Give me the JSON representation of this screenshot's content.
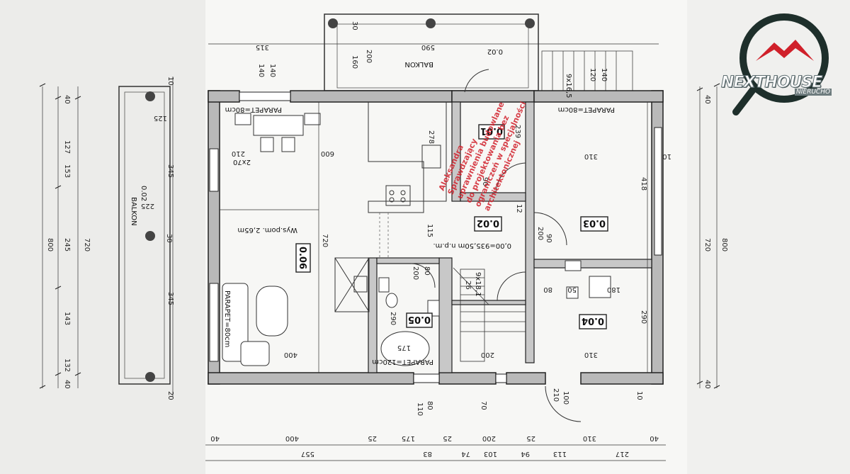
{
  "rooms": [
    {
      "id": "0.01"
    },
    {
      "id": "0.02"
    },
    {
      "id": "0.03"
    },
    {
      "id": "0.04"
    },
    {
      "id": "0.05"
    },
    {
      "id": "0.06"
    }
  ],
  "labels": {
    "balkon_top": "BALKON",
    "balkon_top_level": "0.02",
    "balkon_left": "BALKON",
    "balkon_left_level": "0.02",
    "parapet_80_a": "PARAPET=80cm",
    "parapet_80_b": "PARAPET=80cm",
    "parapet_80_c": "PARAPET=80cm",
    "parapet_120": "PARAPET=120cm",
    "room_height": "Wys.pom. 2,65m",
    "level": "0,00=935,50m n.p.m.",
    "stairs_top": "9x16,5",
    "stairs_mid": "9x18,1",
    "door_2x70": "2x70"
  },
  "stamp_lines": [
    "Aleksandra",
    "Sprawdzający",
    "uprawnienia budowlane",
    "do projektowania bez",
    "ograniczeń w specjalności",
    "architektonicznej"
  ],
  "dims_left": [
    "40",
    "127",
    "153",
    "245",
    "143",
    "132",
    "40"
  ],
  "dims_left_outer": [
    "800",
    "720"
  ],
  "dims_right": [
    "40",
    "720",
    "800",
    "40"
  ],
  "dims_bottom_row1": [
    "40",
    "400",
    "25",
    "175",
    "25",
    "200",
    "25",
    "310",
    "40"
  ],
  "dims_bottom_row2": [
    "557",
    "83",
    "74",
    "103",
    "94",
    "113",
    "217"
  ],
  "dims_top": [
    "315",
    "590",
    "200",
    "160",
    "30",
    "140",
    "140",
    "120",
    "140"
  ],
  "dims_inner": [
    "600",
    "720",
    "400",
    "310",
    "418",
    "290",
    "310",
    "200",
    "278",
    "239",
    "115",
    "345",
    "345",
    "225",
    "125",
    "210",
    "30",
    "10",
    "12",
    "200",
    "90",
    "80",
    "50",
    "180",
    "175",
    "290",
    "80",
    "200",
    "26",
    "90",
    "110",
    "80",
    "70",
    "210",
    "100",
    "10",
    "20",
    "10"
  ],
  "logo": {
    "name": "NEXTHOUSE",
    "sub": "NIERUCHO",
    "ring_color": "#1e2f2b",
    "roof_color": "#d0202a"
  }
}
